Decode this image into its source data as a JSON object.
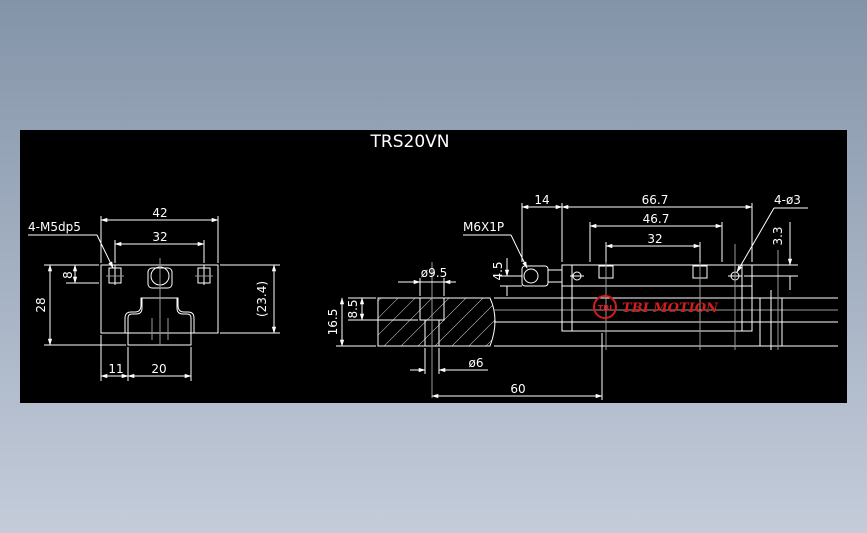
{
  "drawing": {
    "title": "TRS20VN",
    "logo": {
      "badge": "TBI",
      "text": "TBI MOTION"
    },
    "front_view": {
      "dim_42": "42",
      "dim_32": "32",
      "note_thread": "4-M5dp5",
      "dim_8": "8",
      "dim_28": "28",
      "dim_23_4": "(23.4)",
      "dim_11": "11",
      "dim_20": "20"
    },
    "side_view": {
      "dim_14": "14",
      "dim_66_7": "66.7",
      "dim_46_7": "46.7",
      "dim_32": "32",
      "note_holes": "4-ø3",
      "dim_3_3": "3.3",
      "note_grease": "M6X1P",
      "dim_4_5": "4.5",
      "dim_9_5": "ø9.5",
      "dim_8_5": "8.5",
      "dim_16_5": "16.5",
      "dim_6": "ø6",
      "dim_60": "60"
    }
  }
}
